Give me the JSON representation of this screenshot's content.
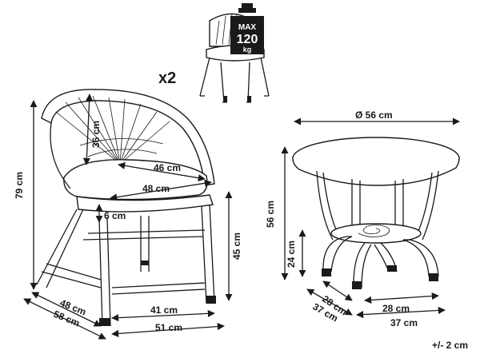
{
  "sheet": {
    "quantity": "x2",
    "tolerance": "+/- 2 cm"
  },
  "weight_icon": {
    "line1": "MAX",
    "line2": "120",
    "line3": "kg"
  },
  "chair": {
    "height": "79 cm",
    "backrest_height": "36 cm",
    "backrest_width": "46 cm",
    "seat_width": "48 cm",
    "seat_thickness": "6 cm",
    "seat_height": "45 cm",
    "depth": "48 cm",
    "overall_depth": "58 cm",
    "leg_width": "41 cm",
    "overall_width": "51 cm"
  },
  "table": {
    "diameter": "Ø 56 cm",
    "height": "56 cm",
    "shelf_height": "24 cm",
    "base_depth": "28 cm",
    "overall_depth": "37 cm",
    "base_width": "28 cm",
    "overall_width": "37 cm"
  }
}
